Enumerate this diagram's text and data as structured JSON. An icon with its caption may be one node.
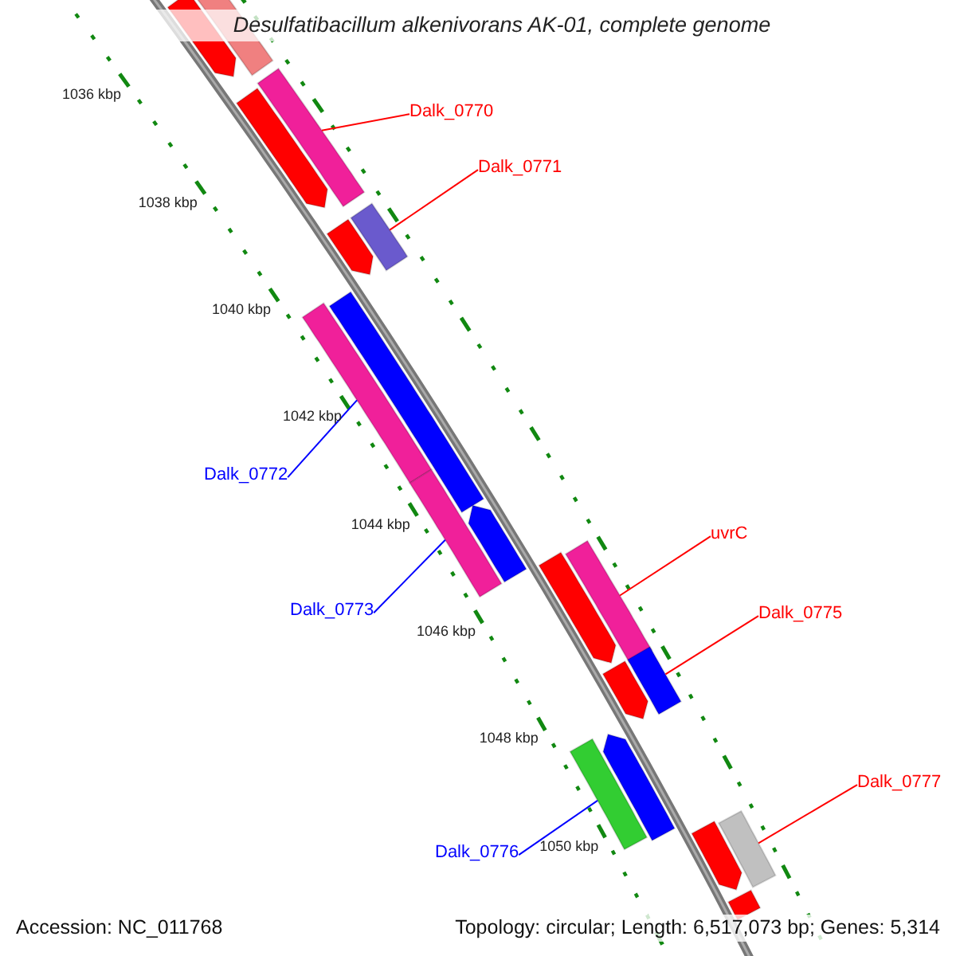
{
  "diagram": {
    "title": "Desulfatibacillum alkenivorans AK-01, complete genome",
    "nodes": [
      {
        "text": [
          "Dalk_0770"
        ]
      },
      {
        "text": [],
        "shape": "bar"
      },
      {
        "text": [
          "Dalk_0771"
        ]
      },
      {
        "text": [],
        "shape": "bar"
      },
      {
        "text": [
          "Dalk_0772"
        ]
      },
      {
        "text": [],
        "shape": "bar"
      },
      {
        "text": [
          "Dalk_0773"
        ]
      },
      {
        "text": [],
        "shape": "bar"
      },
      {
        "text": [
          "uvrC"
        ]
      },
      {
        "text": [],
        "shape": "bar"
      },
      {
        "text": [
          "Dalk_0775"
        ]
      },
      {
        "text": [],
        "shape": "bar"
      },
      {
        "text": [
          "Dalk_0776"
        ]
      },
      {
        "text": [],
        "shape": "bar"
      },
      {
        "text": [
          "Dalk_0777"
        ]
      },
      {
        "text": [],
        "shape": "bar"
      },
      {
        "text": [],
        "shape": "arrow"
      },
      {
        "text": [],
        "shape": "bar"
      },
      {
        "text": [],
        "shape": "arrow"
      },
      {
        "text": [],
        "shape": "arrow"
      },
      {
        "text": [],
        "shape": "bar"
      },
      {
        "text": [],
        "shape": "arrow"
      },
      {
        "text": [],
        "shape": "arrow"
      },
      {
        "text": [],
        "shape": "arrow"
      },
      {
        "text": [],
        "shape": "arrow"
      },
      {
        "text": [],
        "shape": "arrow"
      },
      {
        "text": [],
        "shape": "bar"
      }
    ],
    "edges": [
      {
        "from": 0,
        "to": 1,
        "arrow": "none"
      },
      {
        "from": 2,
        "to": 3,
        "arrow": "none"
      },
      {
        "from": 4,
        "to": 5,
        "arrow": "none",
        "color": "#0000ff"
      },
      {
        "from": 6,
        "to": 7,
        "arrow": "none",
        "color": "#0000ff"
      },
      {
        "from": 8,
        "to": 9,
        "arrow": "none"
      },
      {
        "from": 10,
        "to": 11,
        "arrow": "none"
      },
      {
        "from": 12,
        "to": 13,
        "arrow": "none",
        "color": "#0000ff"
      },
      {
        "from": 14,
        "to": 15,
        "arrow": "none"
      }
    ],
    "labels": [
      "1036 kbp",
      "1038 kbp",
      "1040 kbp",
      "1042 kbp",
      "1044 kbp",
      "1046 kbp",
      "1048 kbp",
      "1050 kbp",
      "Accession: NC_011768",
      "Topology: circular; Length: 6,517,073 bp; Genes: 5,314"
    ]
  }
}
